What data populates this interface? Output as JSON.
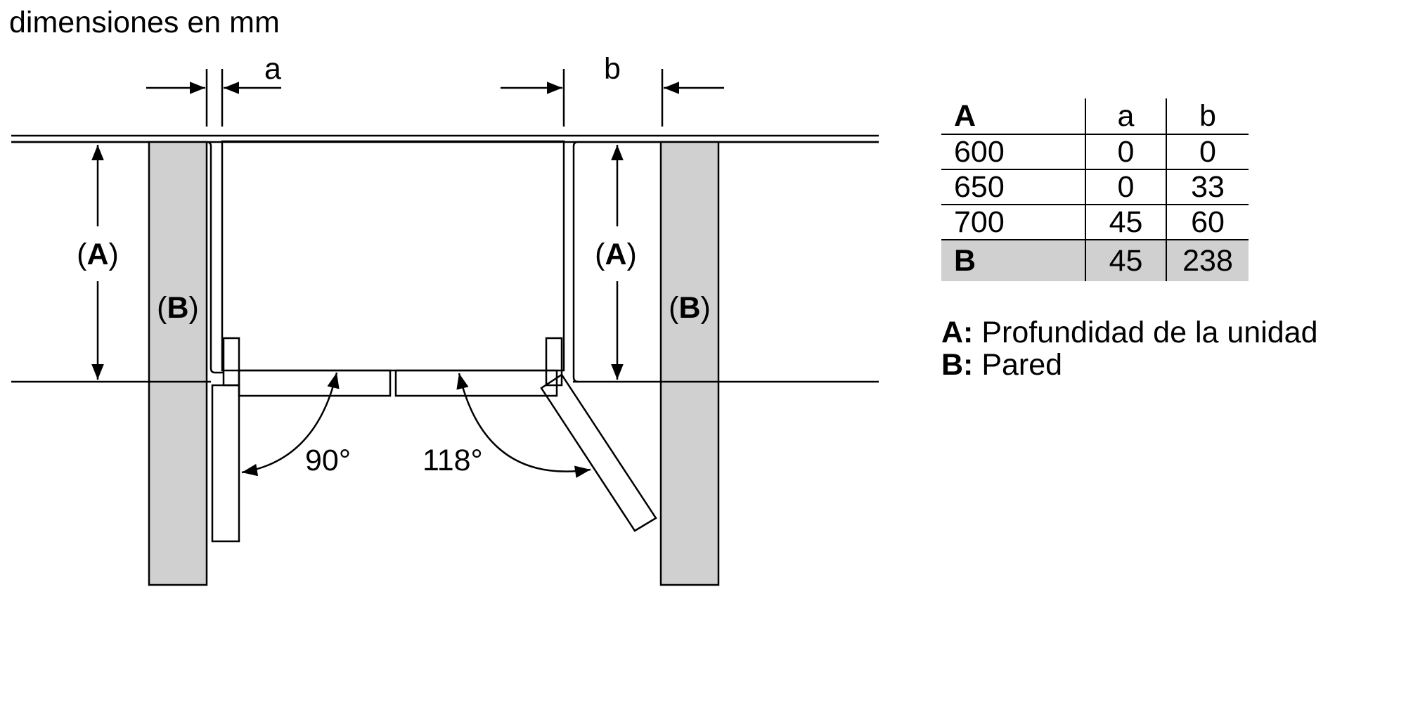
{
  "title": "dimensiones en mm",
  "diagram": {
    "dim_a_label": "a",
    "dim_b_label": "b",
    "depth_label": "A",
    "wall_label": "B",
    "angle_left": "90°",
    "angle_right": "118°"
  },
  "table": {
    "headers": [
      "A",
      "a",
      "b"
    ],
    "rows": [
      [
        "600",
        "0",
        "0"
      ],
      [
        "650",
        "0",
        "33"
      ],
      [
        "700",
        "45",
        "60"
      ],
      [
        "B",
        "45",
        "238"
      ]
    ]
  },
  "legend": [
    {
      "key": "A:",
      "text": "Profundidad de la unidad"
    },
    {
      "key": "B:",
      "text": "Pared"
    }
  ],
  "colors": {
    "wall_fill": "#d0d0d0",
    "line": "#000000"
  }
}
